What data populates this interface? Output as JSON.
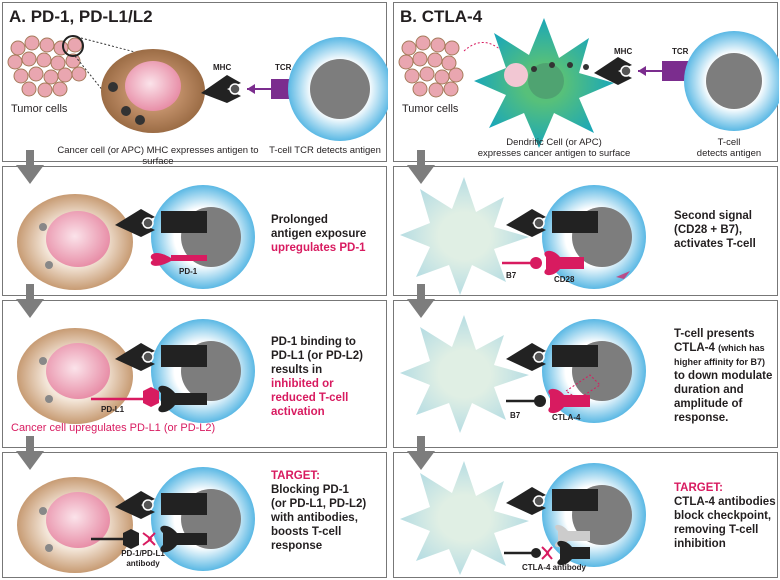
{
  "colors": {
    "pink": "#d81b60",
    "tcell": "#5bb9e3",
    "cancer": "#c8a27e",
    "dendritic": "#3dbc9a",
    "arrow": "#7d7d7d"
  },
  "left": {
    "title": "A. PD-1, PD-L1/L2",
    "tumor_cells": "Tumor cells",
    "mhc": "MHC",
    "tcr": "TCR",
    "cap_cancer": "Cancer cell (or APC) MHC expresses antigen to surface",
    "cap_tcell": "T-cell TCR detects antigen",
    "r2_text": [
      "Prolonged",
      "antigen exposure"
    ],
    "r2_pink": "upregulates PD-1",
    "r2_pd1": "PD-1",
    "r3_text": [
      "PD-1 binding to",
      "PD-L1 (or PD-L2)",
      "results in"
    ],
    "r3_pink": [
      "inhibited or",
      "reduced T-cell",
      "activation"
    ],
    "r3_pdl1": "PD-L1",
    "r3_caption": "Cancer cell upregulates PD-L1 (or PD-L2)",
    "r4_target": "TARGET:",
    "r4_text": [
      "Blocking PD-1",
      "(or PD-L1, PD-L2)",
      "with antibodies,",
      "boosts T-cell",
      "response"
    ],
    "r4_antibody": [
      "PD-1/PD-L1",
      "antibody"
    ]
  },
  "right": {
    "title": "B. CTLA-4",
    "tumor_cells": "Tumor cells",
    "mhc": "MHC",
    "tcr": "TCR",
    "cap_dendritic": [
      "Dendritic Cell (or APC)",
      "expresses cancer antigen to surface"
    ],
    "cap_tcell": [
      "T-cell",
      "detects antigen"
    ],
    "r2_text": [
      "Second signal",
      "(CD28 + B7),",
      "activates T-cell"
    ],
    "r2_b7": "B7",
    "r2_cd28": "CD28",
    "r3_line1": "T-cell presents",
    "r3_line2a": "CTLA-4 ",
    "r3_line2b": "(which has",
    "r3_line3": "higher affinity for B7)",
    "r3_text": [
      "to down modulate",
      "duration and",
      "amplitude of",
      "response."
    ],
    "r3_b7": "B7",
    "r3_ctla4": "CTLA-4",
    "r4_target": "TARGET:",
    "r4_text": [
      "CTLA-4 antibodies",
      "block checkpoint,",
      "removing T-cell",
      "inhibition"
    ],
    "r4_antibody": "CTLA-4 antibody"
  }
}
